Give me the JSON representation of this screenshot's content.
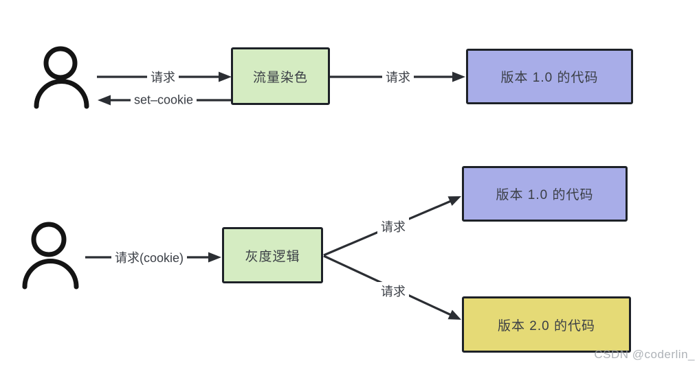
{
  "colors": {
    "background": "#ffffff",
    "process_fill": "#d5ecc2",
    "version1_fill": "#a8ade8",
    "version2_fill": "#e5da76",
    "box_border": "#1d2127",
    "arrow": "#2b2e33",
    "person_icon": "#141414",
    "label_text": "#3a3e45",
    "watermark_text": "#9aa0a6"
  },
  "flow_top": {
    "request_label_1": "请求",
    "process_box_label": "流量染色",
    "request_label_2": "请求",
    "version1_box_label": "版本 1.0 的代码",
    "set_cookie_label": "set–cookie"
  },
  "flow_bottom": {
    "request_label": "请求(cookie)",
    "process_box_label": "灰度逻辑",
    "branch_up_label": "请求",
    "branch_down_label": "请求",
    "version1_box_label": "版本 1.0 的代码",
    "version2_box_label": "版本 2.0 的代码"
  },
  "watermark": "CSDN @coderlin_"
}
